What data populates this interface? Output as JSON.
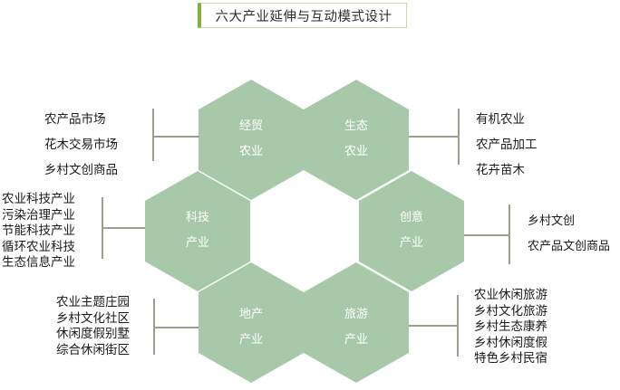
{
  "title": "六大产业延伸与互动模式设计",
  "colors": {
    "hex_fill": "#a7c9a9",
    "accent": "#7fb23a",
    "line": "#9aa08e"
  },
  "hexagons": [
    {
      "id": "jingmao",
      "line1": "经贸",
      "line2": "农业"
    },
    {
      "id": "shengtai",
      "line1": "生态",
      "line2": "农业"
    },
    {
      "id": "keji",
      "line1": "科技",
      "line2": "产业"
    },
    {
      "id": "chuangyi",
      "line1": "创意",
      "line2": "产业"
    },
    {
      "id": "dichan",
      "line1": "地产",
      "line2": "产业"
    },
    {
      "id": "lvyou",
      "line1": "旅游",
      "line2": "产业"
    }
  ],
  "lists": {
    "jingmao": [
      "农产品市场",
      "花木交易市场",
      "乡村文创商品"
    ],
    "shengtai": [
      "有机农业",
      "农产品加工",
      "花卉苗木"
    ],
    "keji": [
      "农业科技产业",
      "污染治理产业",
      "节能科技产业",
      "循环农业科技",
      "生态信息产业"
    ],
    "chuangyi": [
      "乡村文创",
      "农产品文创商品"
    ],
    "dichan": [
      "农业主题庄园",
      "乡村文化社区",
      "休闲度假别墅",
      "综合休闲街区"
    ],
    "lvyou": [
      "农业休闲旅游",
      "乡村文化旅游",
      "乡村生态康养",
      "乡村休闲度假",
      "特色乡村民宿"
    ]
  }
}
